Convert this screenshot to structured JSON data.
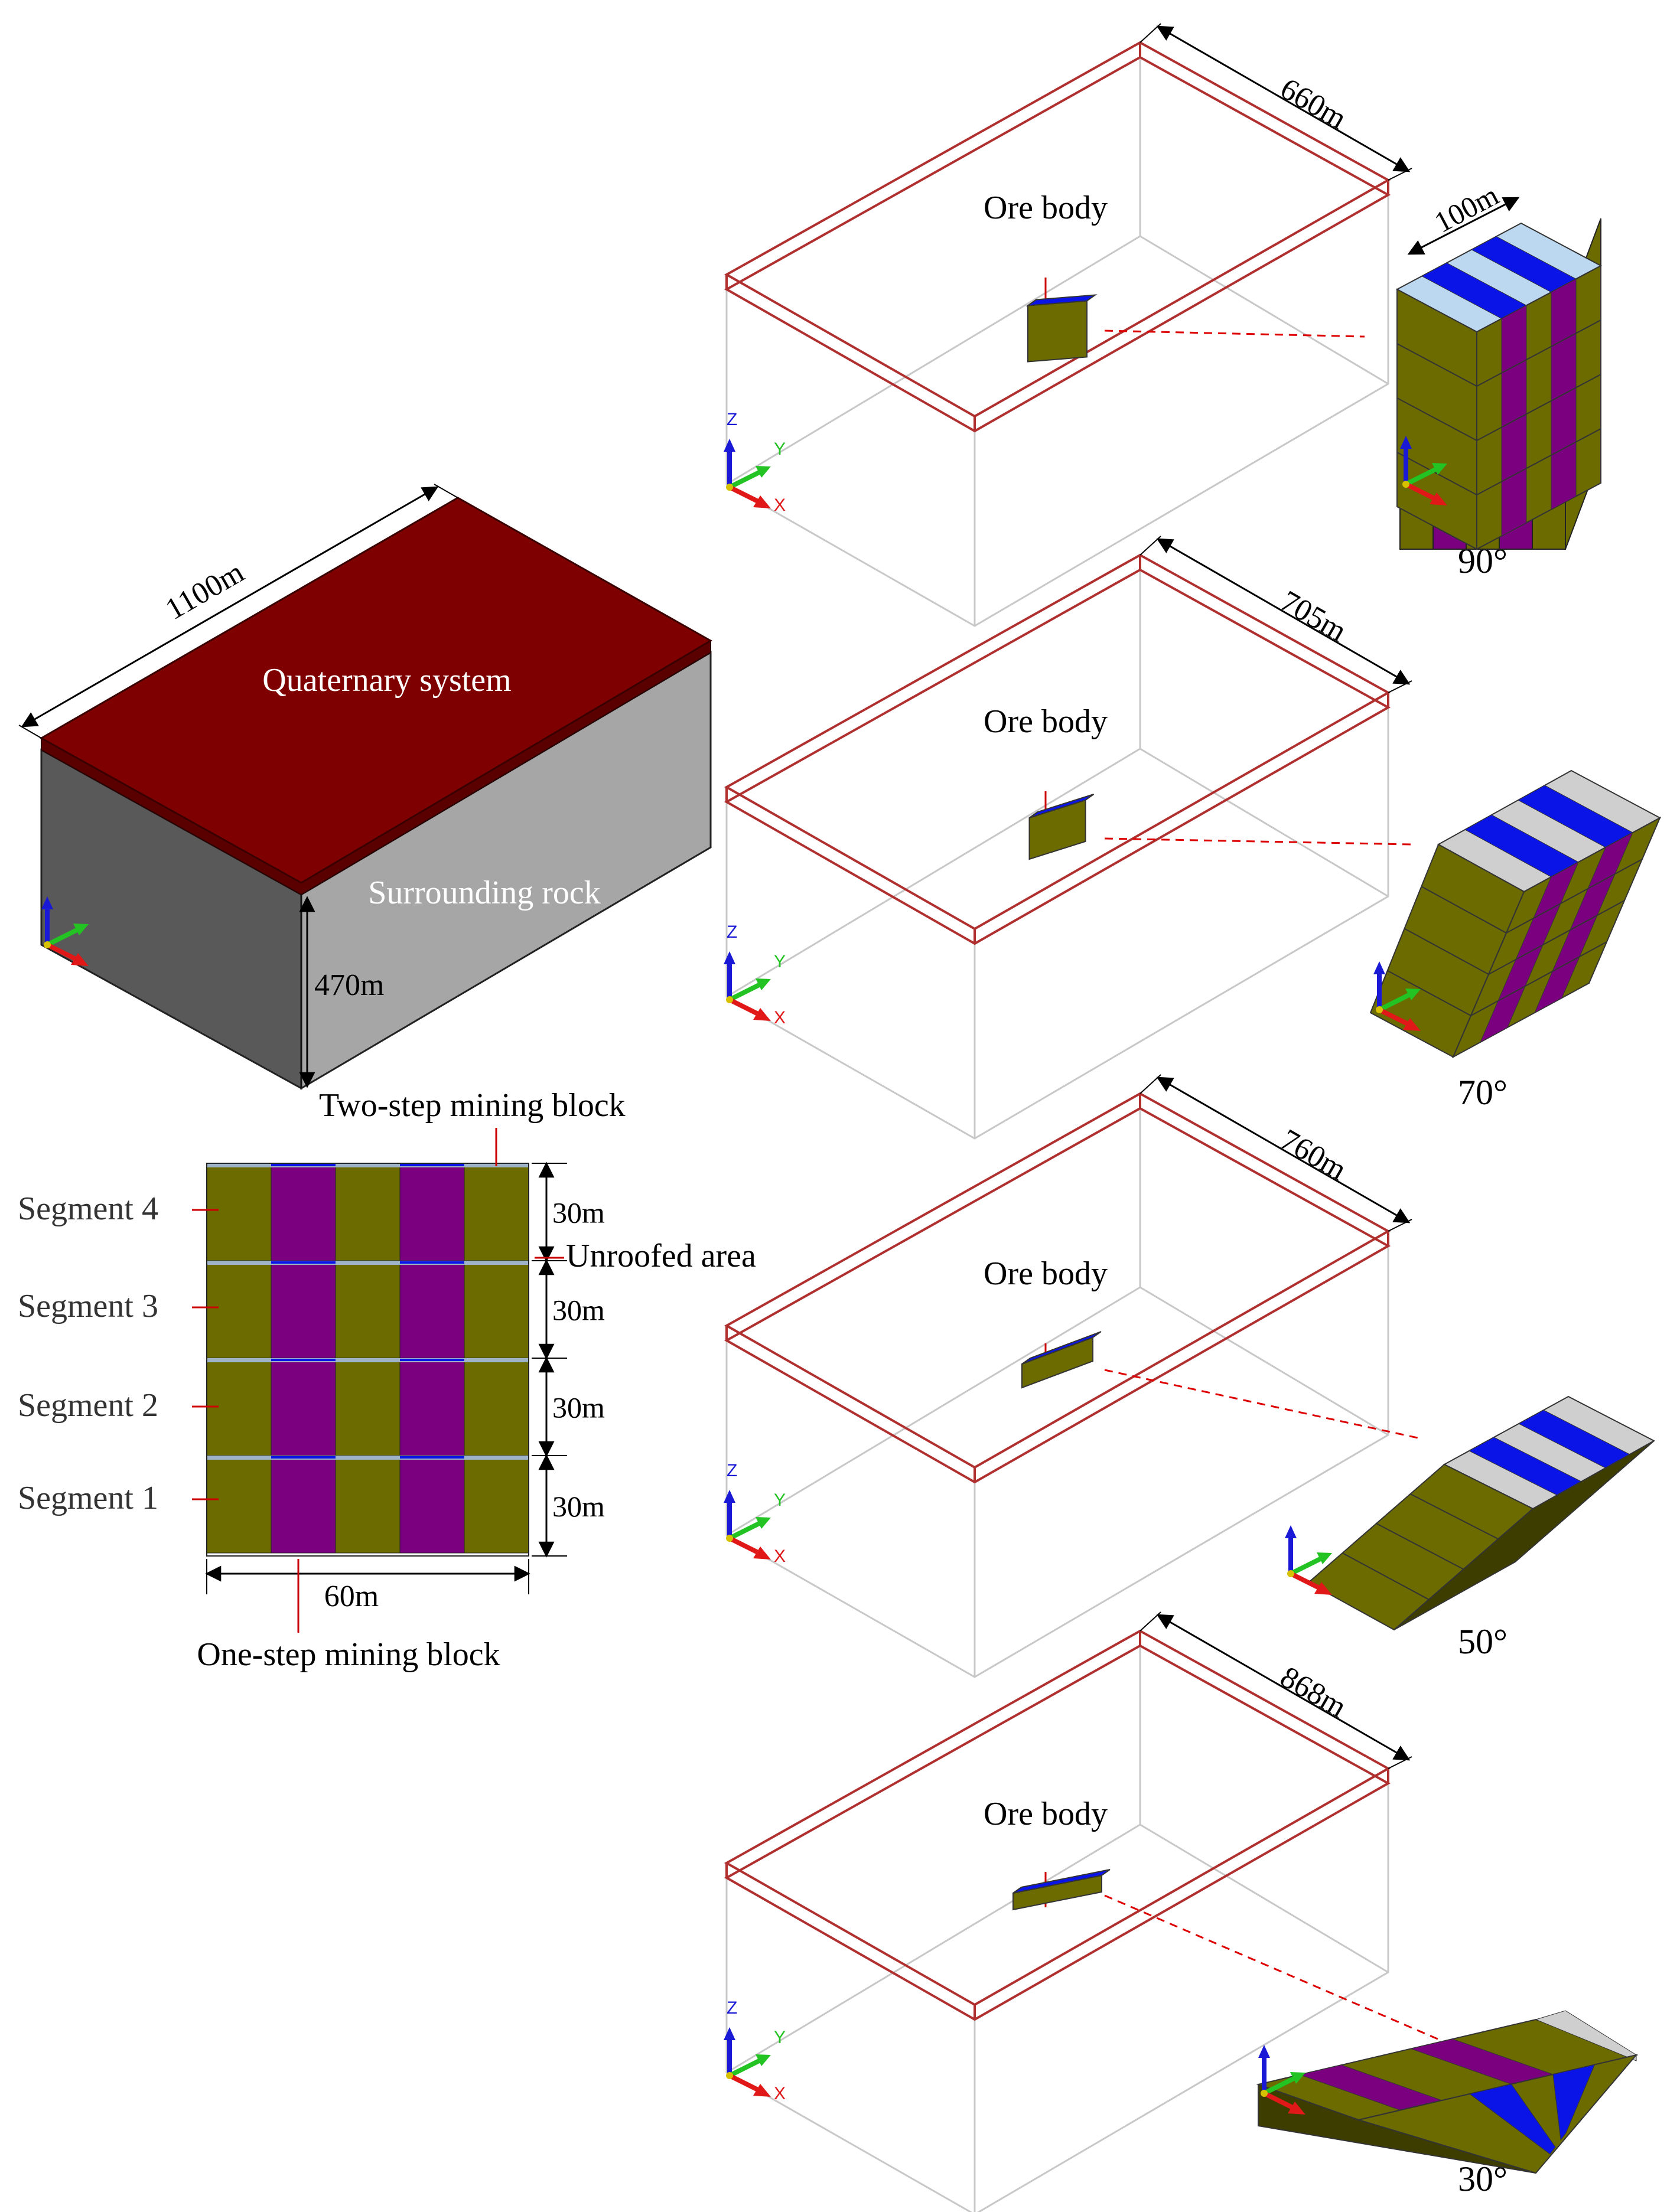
{
  "main_model": {
    "length_label": "1100m",
    "height_label": "470m",
    "top_layer_label": "Quaternary system",
    "side_label": "Surrounding rock"
  },
  "mining_layout": {
    "two_step_label": "Two-step mining block",
    "one_step_label": "One-step mining block",
    "unroofed_label": "Unroofed area",
    "width_label": "60m",
    "segments": [
      {
        "name": "Segment 4",
        "height": "30m"
      },
      {
        "name": "Segment 3",
        "height": "30m"
      },
      {
        "name": "Segment 2",
        "height": "30m"
      },
      {
        "name": "Segment 1",
        "height": "30m"
      }
    ]
  },
  "models": [
    {
      "width_label": "660m",
      "angle_label": "90°",
      "ore_label": "Ore body",
      "ore_width_label": "100m"
    },
    {
      "width_label": "705m",
      "angle_label": "70°",
      "ore_label": "Ore body"
    },
    {
      "width_label": "760m",
      "angle_label": "50°",
      "ore_label": "Ore body"
    },
    {
      "width_label": "868m",
      "angle_label": "30°",
      "ore_label": "Ore body"
    }
  ],
  "axes": {
    "x": "X",
    "y": "Y",
    "z": "Z"
  },
  "colors": {
    "quaternary": "#7f0000",
    "rock_light": "#a6a6a6",
    "rock_dark": "#595959",
    "olive": "#6b6b00",
    "purple": "#7a0080",
    "blue": "#0a14e6",
    "light_blue": "#bcd8f0",
    "light_grey": "#cfcfcf",
    "box_red": "#b03030"
  }
}
